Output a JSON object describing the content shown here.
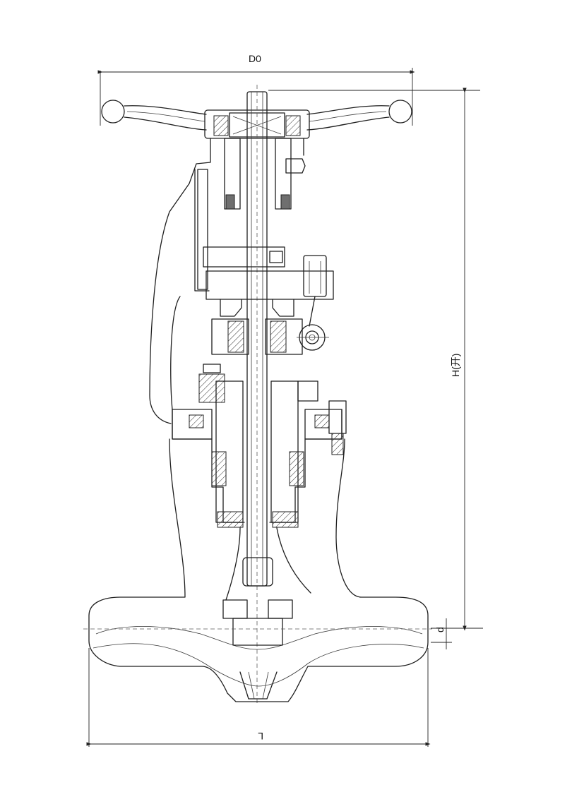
{
  "dimensions": {
    "handwheel_diameter": "D0",
    "height_open": "H(开)",
    "pipe_bore": "d",
    "length": "L"
  }
}
